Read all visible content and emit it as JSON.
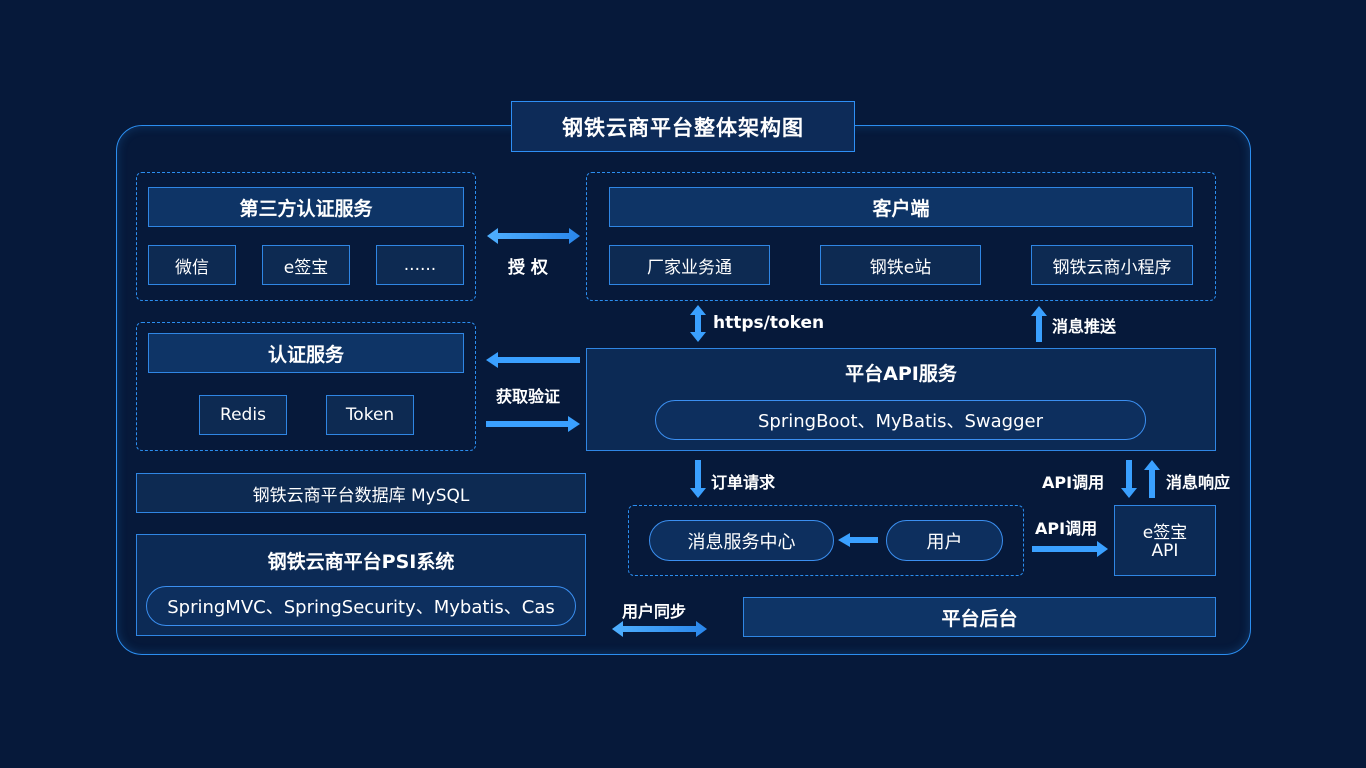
{
  "title": "钢铁云商平台整体架构图",
  "third_party": {
    "title": "第三方认证服务",
    "items": [
      "微信",
      "e签宝",
      "......"
    ]
  },
  "client": {
    "title": "客户端",
    "items": [
      "厂家业务通",
      "钢铁e站",
      "钢铁云商小程序"
    ]
  },
  "auth": {
    "title": "认证服务",
    "items": [
      "Redis",
      "Token"
    ]
  },
  "api_service": {
    "title": "平台API服务",
    "stack": "SpringBoot、MyBatis、Swagger"
  },
  "database": "钢铁云商平台数据库 MySQL",
  "psi": {
    "title": "钢铁云商平台PSI系统",
    "stack": "SpringMVC、SpringSecurity、Mybatis、Cas"
  },
  "message_center": "消息服务中心",
  "user": "用户",
  "esign_api": {
    "line1": "e签宝",
    "line2": "API"
  },
  "platform_backend": "平台后台",
  "labels": {
    "authorize": "授 权",
    "https_token": "https/token",
    "message_push": "消息推送",
    "get_verify": "获取验证",
    "order_request": "订单请求",
    "api_call_1": "API调用",
    "message_response": "消息响应",
    "api_call_2": "API调用",
    "user_sync": "用户同步"
  },
  "colors": {
    "background": "#06193a",
    "border": "#2b8ef0",
    "arrow": "#3aa0ff"
  }
}
